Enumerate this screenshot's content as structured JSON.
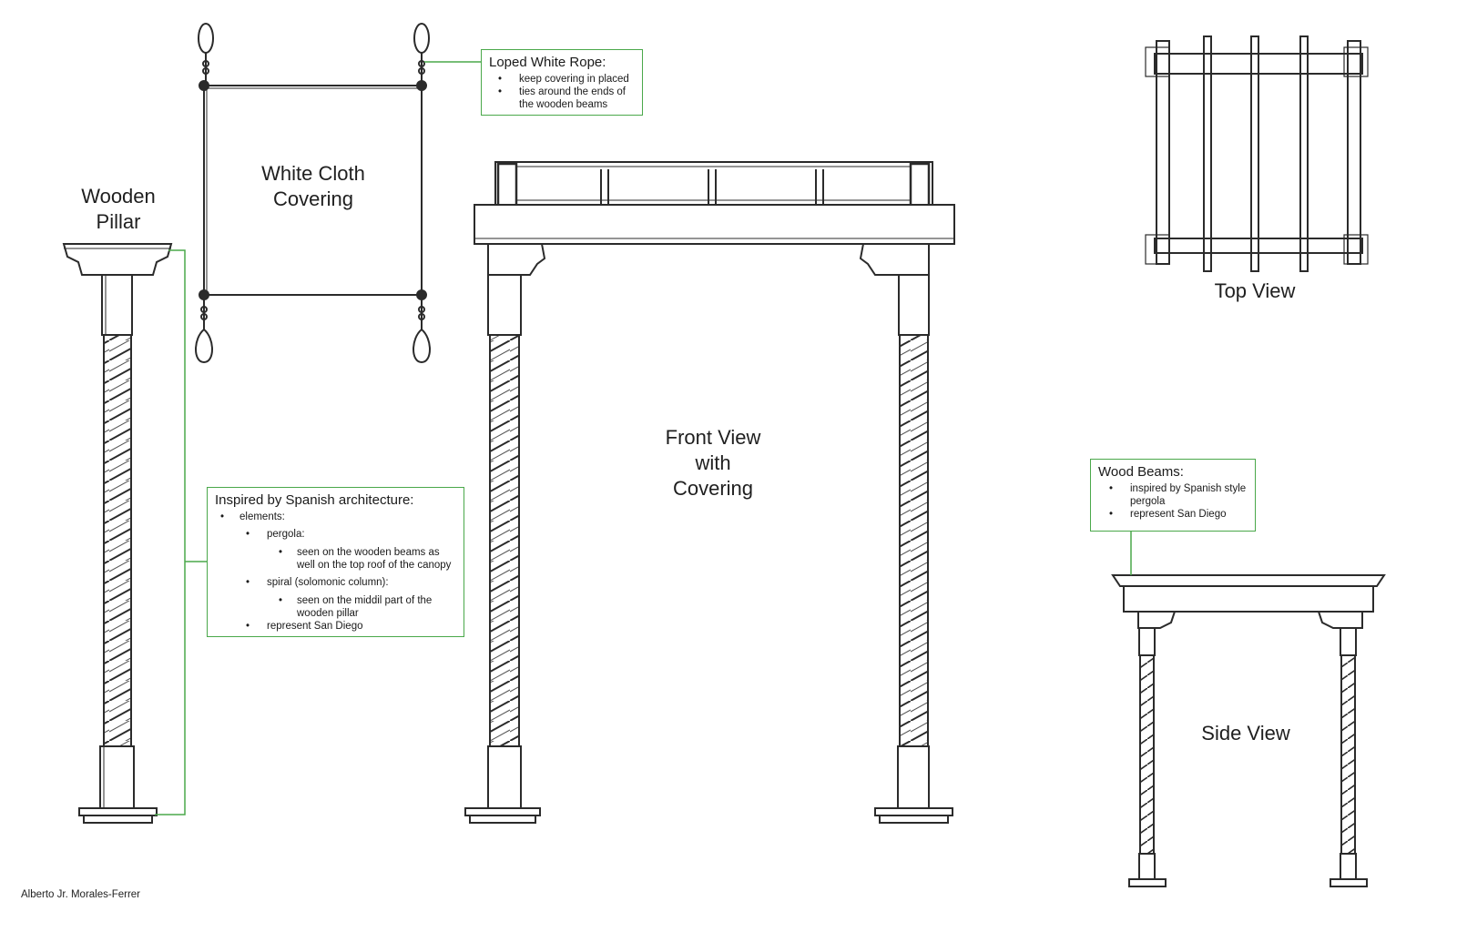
{
  "labels": {
    "wooden_pillar": "Wooden Pillar",
    "white_cloth_covering": "White Cloth Covering",
    "front_view": "Front View with Covering",
    "top_view": "Top View",
    "side_view": "Side View"
  },
  "rope_note": {
    "title": "Loped White Rope:",
    "items": [
      "keep covering in placed",
      "ties around the ends of the wooden beams"
    ]
  },
  "spanish_note": {
    "title": "Inspired by Spanish architecture:",
    "items": [
      "elements:",
      "pergola:",
      "seen on the wooden beams as well on the top roof of the canopy",
      "spiral (solomonic column):",
      "seen on the middil part of the wooden pillar",
      "represent San Diego"
    ]
  },
  "beams_note": {
    "title": "Wood Beams:",
    "items": [
      "inspired by Spanish style pergola",
      "represent San Diego"
    ]
  },
  "bullet": "•",
  "credit": "Alberto Jr. Morales-Ferrer",
  "colors": {
    "line": "#2b2b2b",
    "accent_green": "#4aa84a"
  }
}
